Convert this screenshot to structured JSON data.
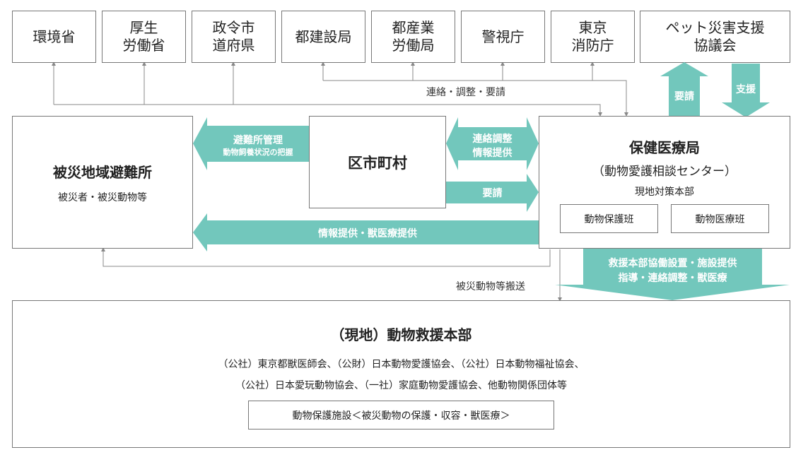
{
  "agencies": [
    {
      "id": "env",
      "lines": [
        "環境省"
      ]
    },
    {
      "id": "mhlw",
      "lines": [
        "厚生",
        "労働省"
      ]
    },
    {
      "id": "pref",
      "lines": [
        "政令市",
        "道府県"
      ]
    },
    {
      "id": "kensetsu",
      "lines": [
        "都建設局"
      ]
    },
    {
      "id": "sangyo",
      "lines": [
        "都産業",
        "労働局"
      ]
    },
    {
      "id": "police",
      "lines": [
        "警視庁"
      ]
    },
    {
      "id": "fire",
      "lines": [
        "東京",
        "消防庁"
      ]
    },
    {
      "id": "pet",
      "lines": [
        "ペット災害支援",
        "協議会"
      ]
    }
  ],
  "shelter": {
    "title": "被災地域避難所",
    "subtitle": "被災者・被災動物等"
  },
  "municipality": {
    "title": "区市町村"
  },
  "health_bureau": {
    "title": "保健医療局",
    "subtitle": "（動物愛護相談センター）",
    "hq": "現地対策本部",
    "units": [
      "動物保護班",
      "動物医療班"
    ]
  },
  "rescue_hq": {
    "title": "（現地）動物救援本部",
    "members_line1": "（公社）東京都獣医師会、（公財）日本動物愛護協会、（公社）日本動物福祉協会、",
    "members_line2": "（公社）日本愛玩動物協会、（一社）家庭動物愛護協会、他動物関係団体等",
    "facility": "動物保護施設＜被災動物の保護・収容・獣医療＞"
  },
  "labels": {
    "coordination": "連絡・調整・要請",
    "request_up": "要請",
    "support_down": "支援",
    "shelter_mgmt_1": "避難所管理",
    "shelter_mgmt_2": "動物飼養状況の把握",
    "liaison_1": "連絡調整",
    "liaison_2": "情報提供",
    "request": "要請",
    "info_vet": "情報提供・獣医療提供",
    "rescue_1": "救援本部協働設置・施設提供",
    "rescue_2": "指導・連絡調整・獣医療",
    "transport": "被災動物等搬送"
  },
  "colors": {
    "arrow": "#72c7bc",
    "border": "#777777",
    "line": "#888888"
  }
}
